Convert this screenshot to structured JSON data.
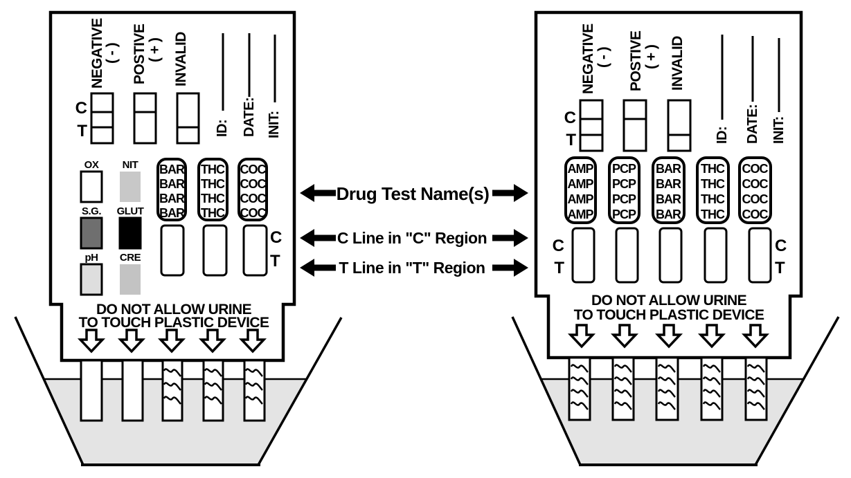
{
  "annotations": {
    "row1": "Drug Test Name(s)",
    "row2": "C Line in \"C\" Region",
    "row3": "T Line in \"T\" Region"
  },
  "result_key": {
    "negative": "NEGATIVE",
    "negative_sign": "( - )",
    "positive": "POSTIVE",
    "positive_sign": "( + )",
    "invalid": "INVALID"
  },
  "markers": {
    "c": "C",
    "t": "T"
  },
  "fields": {
    "id": "ID:",
    "date": "DATE:",
    "init": "INIT:"
  },
  "warning": {
    "line1": "DO NOT ALLOW URINE",
    "line2": "TO TOUCH PLASTIC DEVICE"
  },
  "left_device": {
    "pads": [
      {
        "label": "OX",
        "color": "#ffffff",
        "stroke": "#000000"
      },
      {
        "label": "NIT",
        "color": "#c8c8c8",
        "stroke": "none"
      },
      {
        "label": "S.G.",
        "color": "#6f6f6f",
        "stroke": "#000000"
      },
      {
        "label": "GLUT",
        "color": "#000000",
        "stroke": "#000000"
      },
      {
        "label": "pH",
        "color": "#dedede",
        "stroke": "#000000"
      },
      {
        "label": "CRE",
        "color": "#c3c3c3",
        "stroke": "none"
      }
    ],
    "strips": [
      "BAR",
      "THC",
      "COC"
    ]
  },
  "right_device": {
    "strips": [
      "AMP",
      "PCP",
      "BAR",
      "THC",
      "COC"
    ]
  },
  "colors": {
    "ink": "#000000",
    "liquid": "#e4e4e4",
    "paper": "#ffffff"
  }
}
